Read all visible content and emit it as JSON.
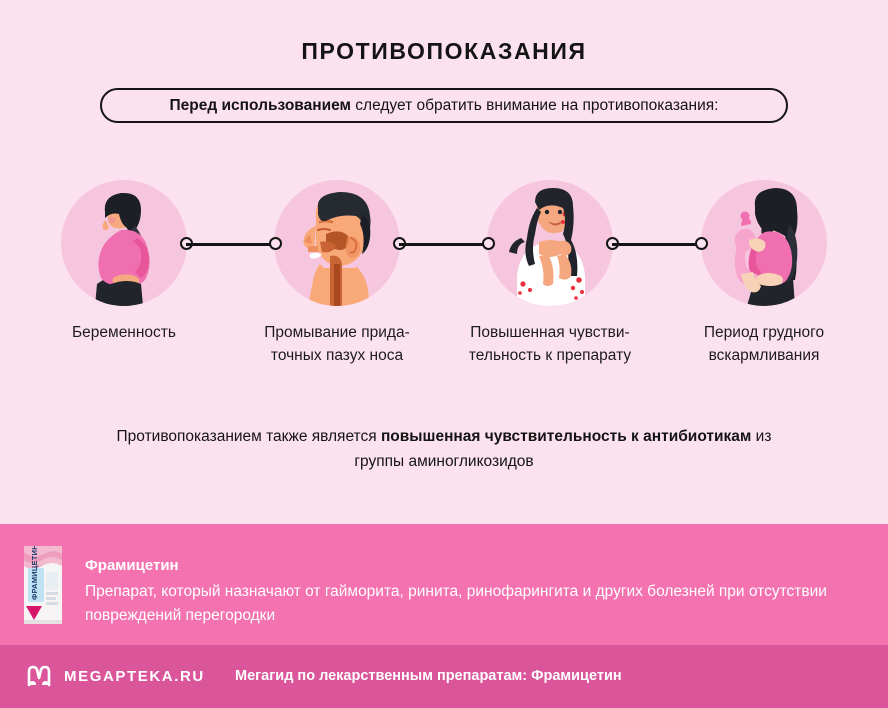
{
  "header": {
    "title": "ПРОТИВОПОКАЗАНИЯ",
    "subtitle_bold": "Перед использованием",
    "subtitle_rest": " следует обратить внимание на противопоказания:"
  },
  "steps": [
    {
      "icon": "pregnant-woman-icon",
      "caption": "Беременность"
    },
    {
      "icon": "sinus-profile-icon",
      "caption": "Промывание прида-\nточных пазух носа"
    },
    {
      "icon": "allergy-woman-icon",
      "caption": "Повышенная чувстви-\nтельность к препарату"
    },
    {
      "icon": "breastfeeding-mother-icon",
      "caption": "Период грудного\nвскармливания"
    }
  ],
  "note": {
    "part1": "Противопоказанием также является ",
    "bold1": "повышенная чувствительность к антибиотикам",
    "part2": " из группы аминогликозидов"
  },
  "product_band": {
    "box_icon": "medicine-box-icon",
    "box_label": "ФРАМИЦЕТИН",
    "title": "Фрамицетин",
    "description": "Препарат, который назначают от гайморита, ринита, ринофарингита и других болезней при отсутствии повреждений перегородки"
  },
  "bottom_bar": {
    "logo_icon": "megapteka-m-logo-icon",
    "logo_text": "MEGAPTEKA.RU",
    "tagline": "Мегагид по лекарственным препаратам: Фрамицетин"
  },
  "colors": {
    "background": "#FCE1EF",
    "circle_fill": "#F6C6DF",
    "band": "#F472AF",
    "bottom_bar": "#DB559B",
    "ink": "#141414",
    "white": "#FFFFFF"
  }
}
